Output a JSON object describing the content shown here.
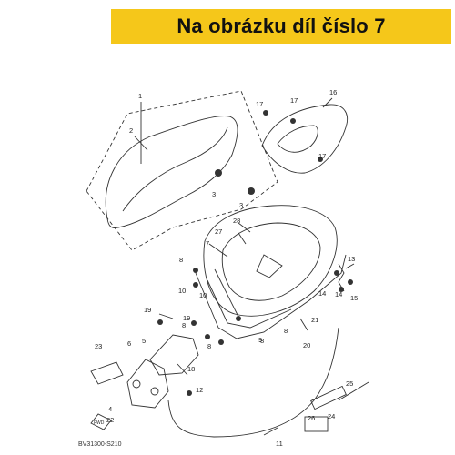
{
  "banner": {
    "text": "Na obrázku díl číslo 7",
    "color": "#f5c71a"
  },
  "diagram_code": "BV31300-S210",
  "fwd_label": "FWD",
  "callouts": [
    "1",
    "2",
    "3",
    "3",
    "4",
    "5",
    "6",
    "7",
    "8",
    "8",
    "8",
    "8",
    "8",
    "9",
    "10",
    "10",
    "11",
    "12",
    "13",
    "14",
    "14",
    "15",
    "16",
    "17",
    "17",
    "17",
    "18",
    "19",
    "19",
    "20",
    "21",
    "22",
    "23",
    "24",
    "25",
    "26",
    "27",
    "28"
  ]
}
